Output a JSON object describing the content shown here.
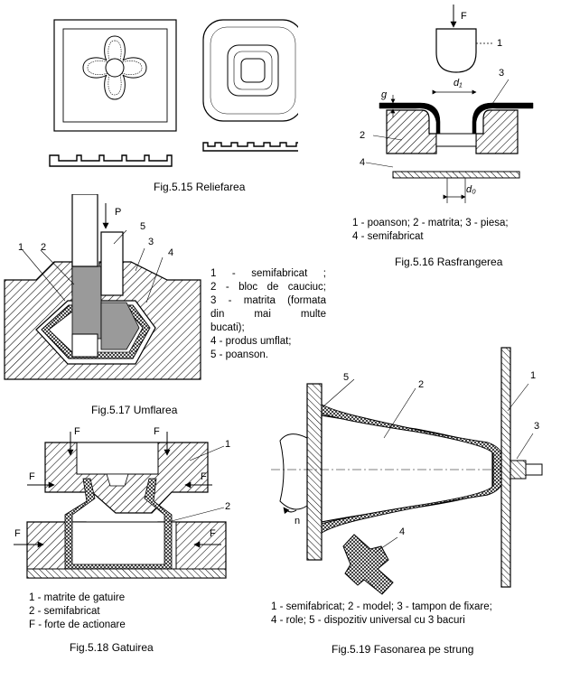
{
  "fig515": {
    "caption": "Fig.5.15  Reliefarea"
  },
  "fig516": {
    "caption": "Fig.5.16  Rasfrangerea",
    "force": "F",
    "labels": [
      "1",
      "2",
      "3",
      "4"
    ],
    "g": "g",
    "d1": "d₁",
    "d0": "d₀",
    "legend": [
      "1 - poanson;  2 - matrita; 3 - piesa;",
      "4 - semifabricat"
    ]
  },
  "fig517": {
    "caption": "Fig.5.17  Umflarea",
    "force": "P",
    "labels": [
      "1",
      "2",
      "3",
      "4",
      "5"
    ],
    "legend": [
      "1 - semifabricat ;",
      "2 - bloc de cauciuc;",
      "3 - matrita (formata",
      "din mai multe",
      "bucati);",
      "4 - produs umflat;",
      " 5 - poanson."
    ]
  },
  "fig518": {
    "caption": "Fig.5.18  Gatuirea",
    "forces": [
      "F",
      "F",
      "F",
      "F",
      "F",
      "F"
    ],
    "labels": [
      "1",
      "2"
    ],
    "legend": [
      "1  - matrite de gatuire",
      "2  - semifabricat",
      "F  - forte de actionare"
    ]
  },
  "fig519": {
    "caption": "Fig.5.19  Fasonarea pe strung",
    "labels": [
      "5",
      "2",
      "1",
      "3",
      "4"
    ],
    "rotation": "n",
    "legend": [
      "1 -  semifabricat; 2 - model; 3 - tampon de fixare;",
      "4 - role; 5 - dispozitiv universal cu 3 bacuri"
    ]
  }
}
